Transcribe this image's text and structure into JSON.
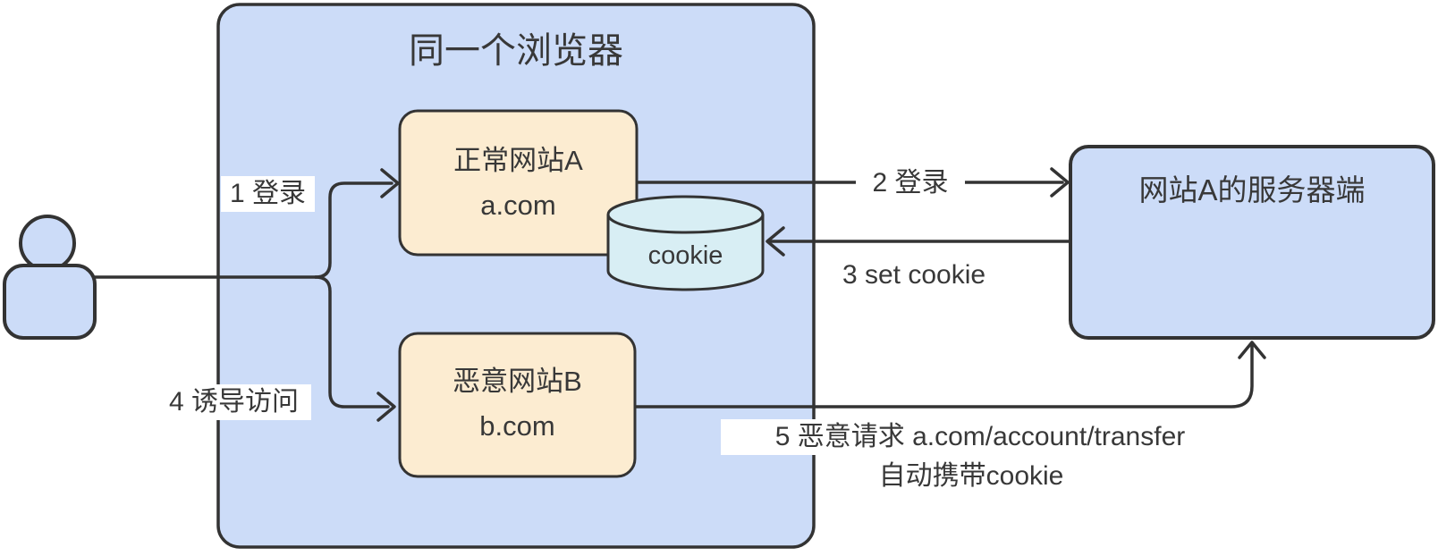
{
  "diagram": {
    "browser": {
      "title": "同一个浏览器"
    },
    "nodes": {
      "site_a": {
        "title": "正常网站A",
        "domain": "a.com"
      },
      "site_b": {
        "title": "恶意网站B",
        "domain": "b.com"
      },
      "cookie_store": {
        "label": "cookie"
      },
      "server": {
        "label": "网站A的服务器端"
      }
    },
    "steps": {
      "step1": "1 登录",
      "step2": "2 登录",
      "step3": "3 set cookie",
      "step4": "4 诱导访问",
      "step5_line1": "5 恶意请求 a.com/account/transfer",
      "step5_line2": "自动携带cookie"
    },
    "colors": {
      "container_fill": "#ccdcf8",
      "site_fill": "#fcecd1",
      "cookie_fill": "#d8eef4",
      "stroke": "#333333",
      "text": "#383838",
      "label_bg": "#ffffff"
    }
  }
}
